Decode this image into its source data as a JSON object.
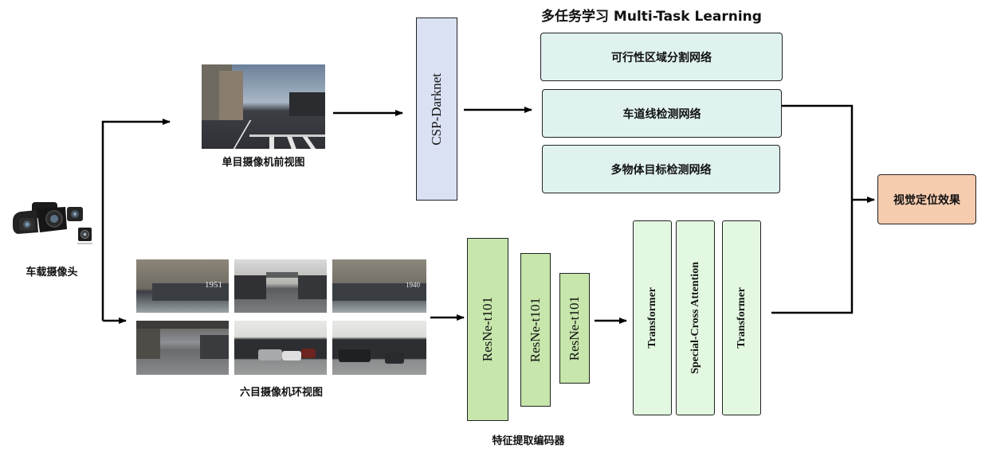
{
  "title": "多任务学习 Multi-Task Learning",
  "camera": {
    "icon": "vehicle-camera-icon",
    "label": "车载摄像头"
  },
  "monocular": {
    "label": "单目摄像机前视图"
  },
  "surround": {
    "label": "六目摄像机环视图",
    "images": [
      {
        "text": "1951"
      },
      {
        "text": ""
      },
      {
        "text": "1940"
      },
      {
        "text": ""
      },
      {
        "text": ""
      },
      {
        "text": ""
      }
    ]
  },
  "backbone": {
    "label": "CSP-Darknet"
  },
  "tasks": [
    {
      "label": "可行性区域分割网络"
    },
    {
      "label": "车道线检测网络"
    },
    {
      "label": "多物体目标检测网络"
    }
  ],
  "encoder": {
    "label": "特征提取编码器",
    "blocks": [
      {
        "label": "ResNe-t101"
      },
      {
        "label": "ResNe-t101"
      },
      {
        "label": "ResNe-t101"
      }
    ]
  },
  "transformers": [
    {
      "label": "Transformer"
    },
    {
      "label": "Special-Cross Attention"
    },
    {
      "label": "Transformer"
    }
  ],
  "result": {
    "label": "视觉定位效果"
  },
  "colors": {
    "csp": "#dae1f3",
    "task": "#dff2f0",
    "resnet": "#c6e6ab",
    "transformer": "#e2f8e0",
    "result": "#f6ccaf"
  }
}
